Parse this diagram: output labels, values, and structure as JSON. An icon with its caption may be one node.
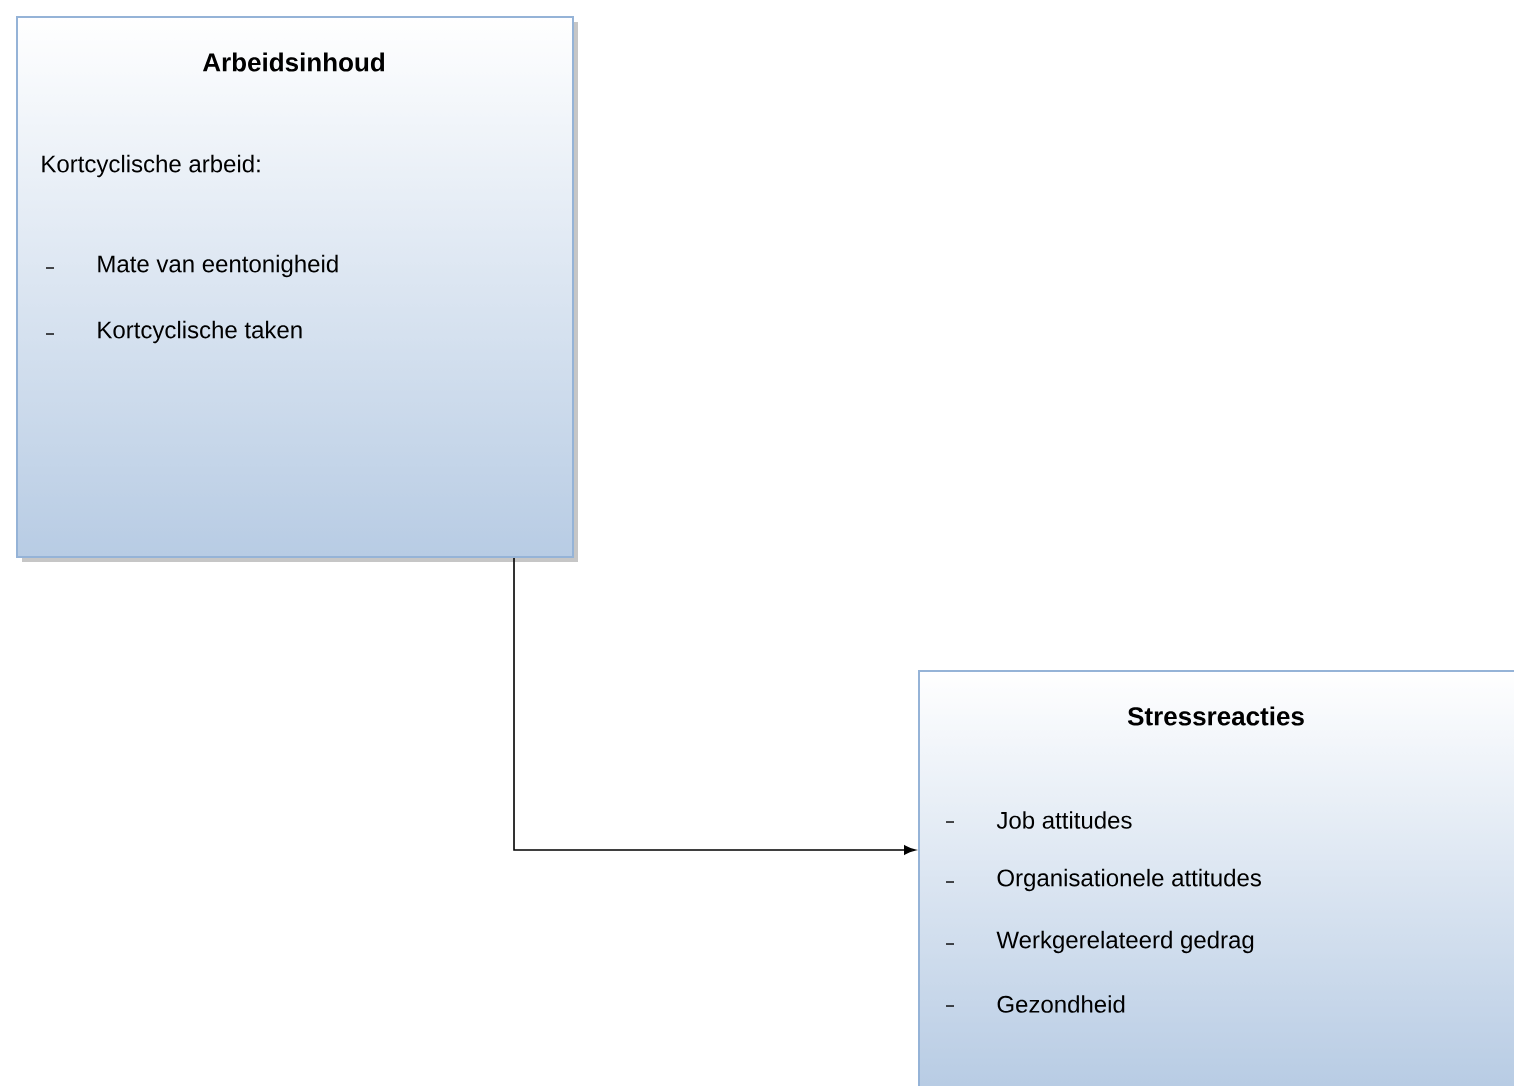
{
  "diagram": {
    "nodes": [
      {
        "text": [
          "Arbeidsinhoud",
          "Kortcyclische arbeid:",
          "Mate van eentonigheid",
          "Kortcyclische taken"
        ]
      },
      {
        "text": [
          "Stressreacties",
          "Job attitudes",
          "Organisationele attitudes",
          "Werkgerelateerd gedrag",
          "Gezondheid"
        ]
      }
    ],
    "edges": [
      {
        "from": 0,
        "to": 1,
        "arrow": "to"
      }
    ]
  }
}
